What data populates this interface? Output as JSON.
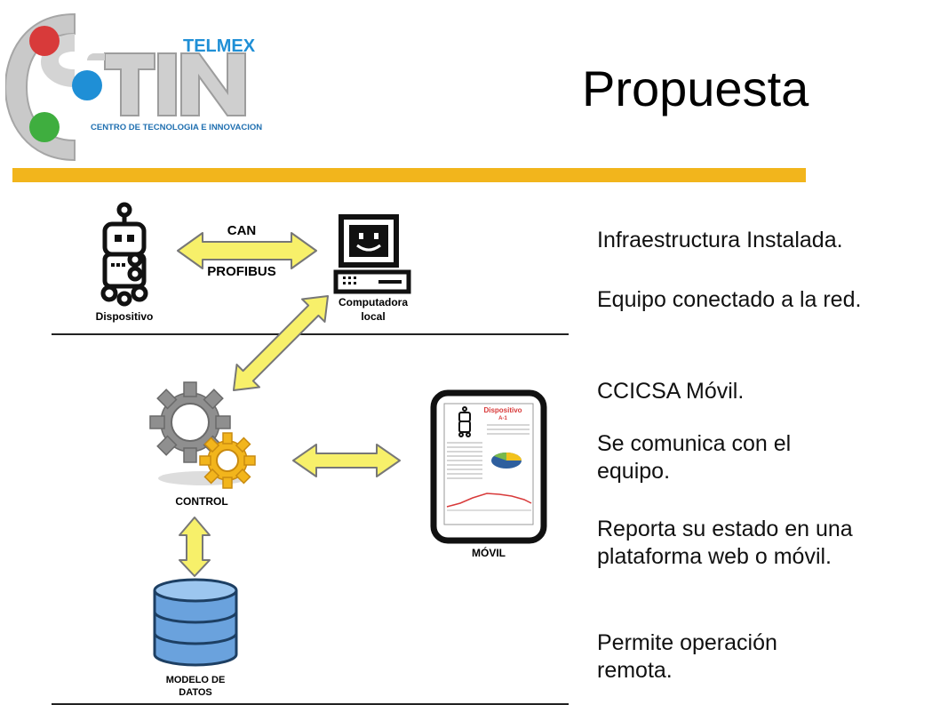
{
  "logo": {
    "brand": "TELMEX",
    "name": "CTIN",
    "subtitle": "CENTRO DE TECNOLOGIA E INNOVACION"
  },
  "title": "Propuesta",
  "colors": {
    "accent_bar": "#f2b51c",
    "arrow_fill": "#f7f06a",
    "red": "#d83a3a",
    "blue": "#1f8fd6",
    "green": "#3fae3f"
  },
  "diagram": {
    "link_top": "CAN",
    "link_bottom": "PROFIBUS",
    "device_label": "Dispositivo",
    "computer_label_1": "Computadora",
    "computer_label_2": "local",
    "control_label": "CONTROL",
    "db_label_1": "MODELO DE",
    "db_label_2": "DATOS",
    "mobile_label": "MÓVIL",
    "screen_title": "Dispositivo",
    "screen_subtitle": "A-1"
  },
  "bullets": [
    "Infraestructura Instalada.",
    "Equipo conectado a la red.",
    "CCICSA Móvil.",
    "Se comunica con el equipo.",
    "Reporta su estado en una plataforma web o móvil.",
    "Permite operación remota."
  ]
}
